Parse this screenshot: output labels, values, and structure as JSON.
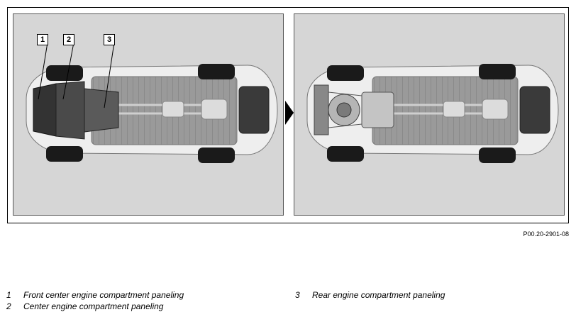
{
  "figure": {
    "code": "P00.20-2901-08",
    "callouts": [
      "1",
      "2",
      "3"
    ]
  },
  "legend": [
    {
      "number": "1",
      "text": "Front center engine compartment paneling"
    },
    {
      "number": "2",
      "text": "Center engine compartment paneling"
    },
    {
      "number": "3",
      "text": "Rear engine compartment paneling"
    }
  ],
  "colors": {
    "panel_bg": "#d6d6d6",
    "tire": "#1a1a1a",
    "body": "#f0f0f0",
    "floor": "#a8a8a8",
    "paneling": "#4a4a4a",
    "arrow": "#000000"
  }
}
